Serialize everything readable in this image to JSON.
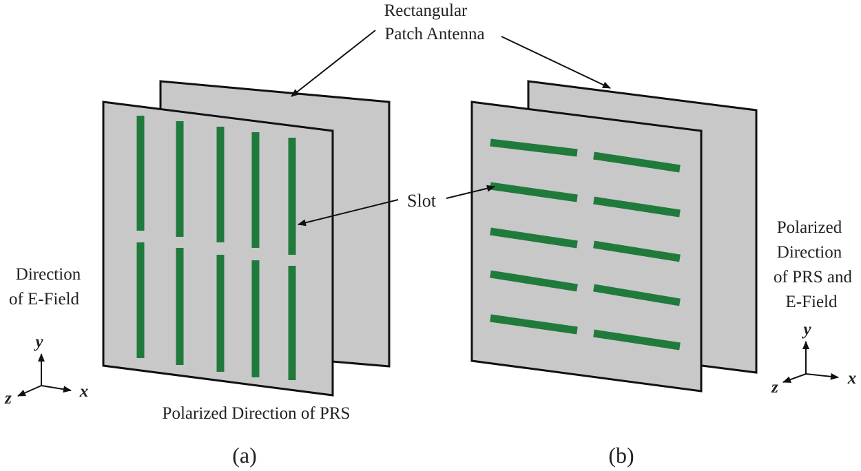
{
  "colors": {
    "panel_fill": "#c8c8c8",
    "panel_stroke": "#111111",
    "slot_fill": "#1f7a3c",
    "text": "#222222"
  },
  "labels": {
    "antenna_line1": "Rectangular",
    "antenna_line2": "Patch Antenna",
    "slot": "Slot",
    "efield_line1": "Direction",
    "efield_line2": "of E-Field",
    "prs_a": "Polarized Direction of PRS",
    "prs_b_line1": "Polarized",
    "prs_b_line2": "Direction",
    "prs_b_line3": "of PRS and",
    "prs_b_line4": "E-Field",
    "caption_a": "(a)",
    "caption_b": "(b)"
  },
  "axes": {
    "y": "y",
    "x": "x",
    "z": "z"
  },
  "figure_a": {
    "slot_orientation": "vertical",
    "slot_columns": 5,
    "slot_rows": 2
  },
  "figure_b": {
    "slot_orientation": "horizontal",
    "slot_columns": 2,
    "slot_rows": 5
  }
}
